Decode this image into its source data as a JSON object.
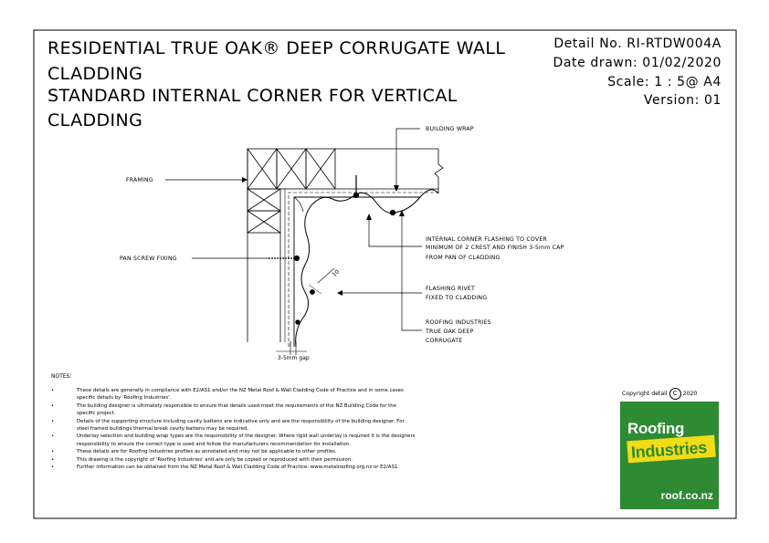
{
  "title": {
    "line1": "RESIDENTIAL TRUE OAK® DEEP CORRUGATE WALL",
    "line2": "CLADDING",
    "line3": "STANDARD INTERNAL CORNER FOR VERTICAL",
    "line4": "CLADDING"
  },
  "meta": {
    "detail": "Detail No. RI-RTDW004A",
    "date": "Date drawn:  01/02/2020",
    "scale": "Scale:   1 : 5@ A4",
    "version": "Version:  01"
  },
  "callouts": {
    "building_wrap": "BUILDING WRAP",
    "framing": "FRAMING",
    "pan_screw": "PAN SCREW FIXING",
    "flashing_1": "INTERNAL CORNER FLASHING TO COVER",
    "flashing_2": "MINIMUM OF 2 CREST AND FINISH 3-5mm CAP",
    "flashing_3": "FROM PAN OF CLADDING",
    "rivet_1": "FLASHING RIVET",
    "rivet_2": "FIXED TO CLADDING",
    "ri_1": "ROOFING INDUSTRIES",
    "ri_2": "TRUE OAK DEEP",
    "ri_3": "CORRUGATE",
    "gap": "3-5mm gap",
    "dim": "10"
  },
  "notes": {
    "heading": "NOTES:",
    "items": [
      "These details are generally in compliance with E2/AS1 and/or the NZ Metal Roof & Wall Cladding Code of Practice and in some cases specific details by 'Roofing Industries'.",
      "The building designer is ultimately responsible to ensure that details used meet the requirements of the NZ Building Code for the specific project.",
      "Details of the supporting structure including cavity battens are indicative only and are the responsibility of the building designer. For steel framed buildings thermal break cavity battens may be required.",
      "Underlay selection and building wrap types are the responsibility of the designer. Where rigid wall underlay is required it is the designers responsibility to ensure the correct type is used and follow the manufacturers recommendation for installation.",
      "These details are for Roofing Industries profiles as annotated and may not be applicable to other profiles.",
      "This drawing is the copyright of 'Roofing Industries' and are only be copied or reproduced with their permission.",
      "Further information can be obtained from the NZ Metal Roof & Wall Cladding Code of Practice: www.metalroofing.org.nz or E2/AS1."
    ]
  },
  "copyright": {
    "label": "Copyright detail",
    "symbol": "C",
    "year": "2020"
  },
  "logo": {
    "word1": "Roofing",
    "word2": "Industries",
    "url": "roof.co.nz",
    "green": "#2e8a33",
    "yellow": "#f2dc16"
  }
}
